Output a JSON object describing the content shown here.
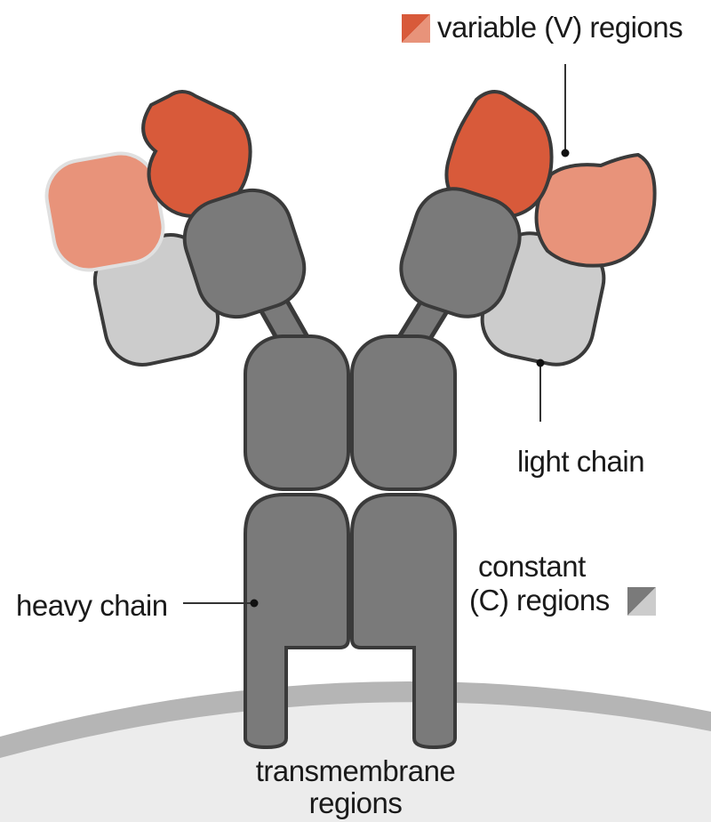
{
  "labels": {
    "variable_regions": "variable (V) regions",
    "light_chain": "light chain",
    "constant_line1": "constant",
    "constant_line2": "(C) regions",
    "heavy_chain": "heavy chain",
    "transmembrane_line1": "transmembrane",
    "transmembrane_line2": "regions"
  },
  "colors": {
    "variable_dark": "#d85a3a",
    "variable_light": "#e8937a",
    "heavy_constant": "#7a7a7a",
    "light_constant": "#cccccc",
    "outline": "#3a3a3a",
    "membrane": "#b5b5b5",
    "cell_interior": "#ececec"
  },
  "icons": {
    "variable_legend": "variable-region-swatch",
    "constant_legend": "constant-region-swatch"
  }
}
